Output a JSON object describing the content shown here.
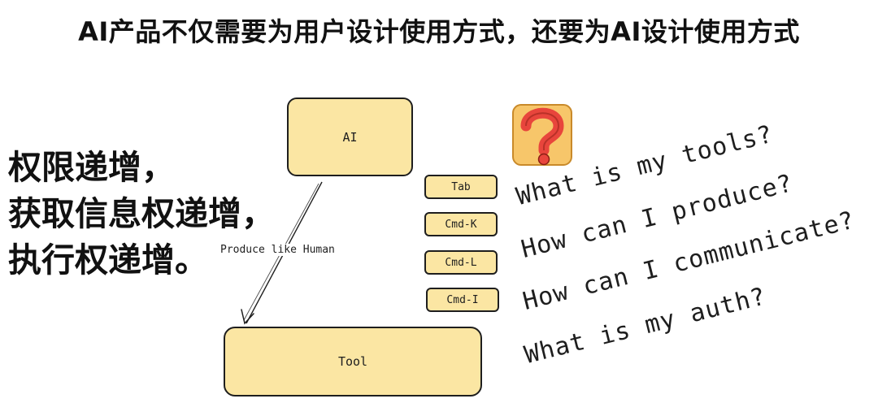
{
  "title": "AI产品不仅需要为用户设计使用方式，还要为AI设计使用方式",
  "left_text": {
    "line1": "权限递增，",
    "line2": "获取信息权递增，",
    "line3": "执行权递增。"
  },
  "diagram": {
    "ai_box": "AI",
    "tool_box": "Tool",
    "edge_label": "Produce like Human",
    "keys": [
      "Tab",
      "Cmd-K",
      "Cmd-L",
      "Cmd-I"
    ]
  },
  "questions": [
    "What is my tools?",
    "How can I produce?",
    "How can I communicate?",
    "What is my auth?"
  ],
  "colors": {
    "box_fill": "#fbe6a3",
    "stroke": "#1e1e1e",
    "question_icon_red": "#e8453c",
    "question_icon_bg": "#f7c66a"
  },
  "icons": {
    "question": "question-mark-icon"
  }
}
